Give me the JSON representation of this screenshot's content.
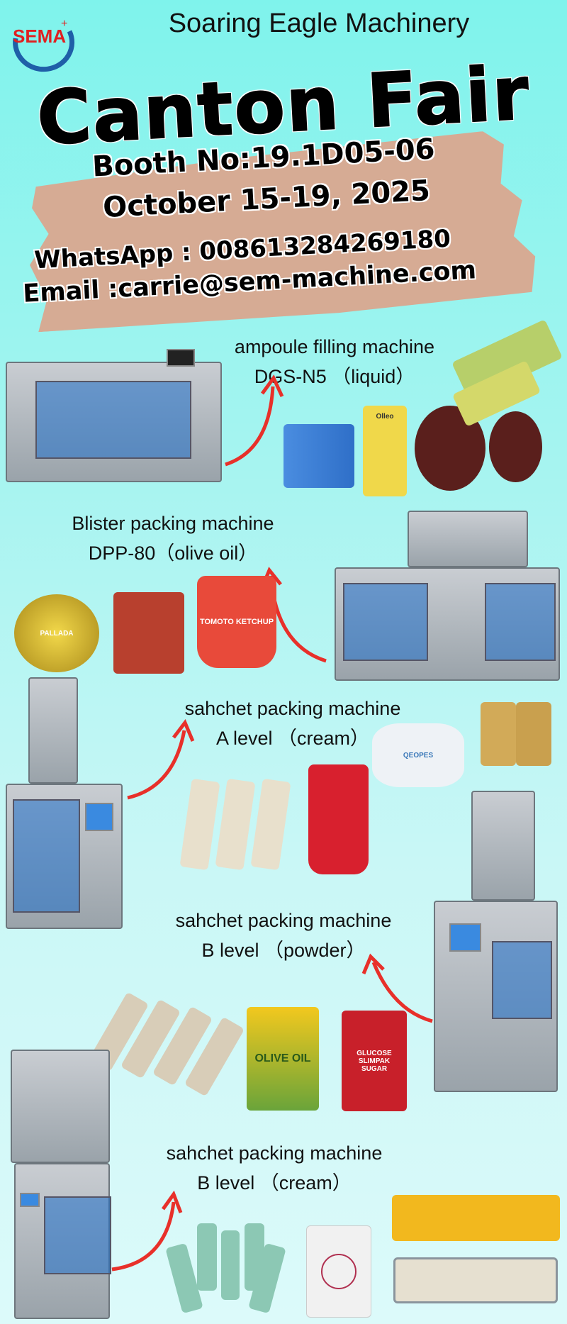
{
  "brand": {
    "logo_text": "SEMA+",
    "company": "Soaring Eagle Machinery"
  },
  "title": "Canton Fair",
  "info": {
    "booth": "Booth No:19.1D05-06",
    "date": "October 15-19, 2025",
    "whatsapp": "WhatsApp :   008613284269180",
    "email": "Email :carrie@sem-machine.com"
  },
  "sections": [
    {
      "line1": "ampoule filling machine",
      "line2": "DGS-N5 （liquid）"
    },
    {
      "line1": "Blister packing machine",
      "line2": "DPP-80（olive oil）"
    },
    {
      "line1": "sahchet packing machine",
      "line2": "A level （cream）"
    },
    {
      "line1": "sahchet packing machine",
      "line2": "B level （powder）"
    },
    {
      "line1": "sahchet packing machine",
      "line2": "B level （cream）"
    }
  ],
  "product_labels": {
    "olleo": "Olleo",
    "pallada": "PALLADA",
    "ketchup": "TOMOTO KETCHUP",
    "olive": "OLIVE OIL",
    "glucose": "GLUCOSE SLIMPAK",
    "sugar": "SUGAR",
    "qeopes": "QEOPES"
  },
  "colors": {
    "background": "#86f0ec",
    "brush": "#d6ab94",
    "arrow": "#e8302a",
    "logo_red": "#e02020",
    "logo_blue": "#1f5fa8"
  }
}
